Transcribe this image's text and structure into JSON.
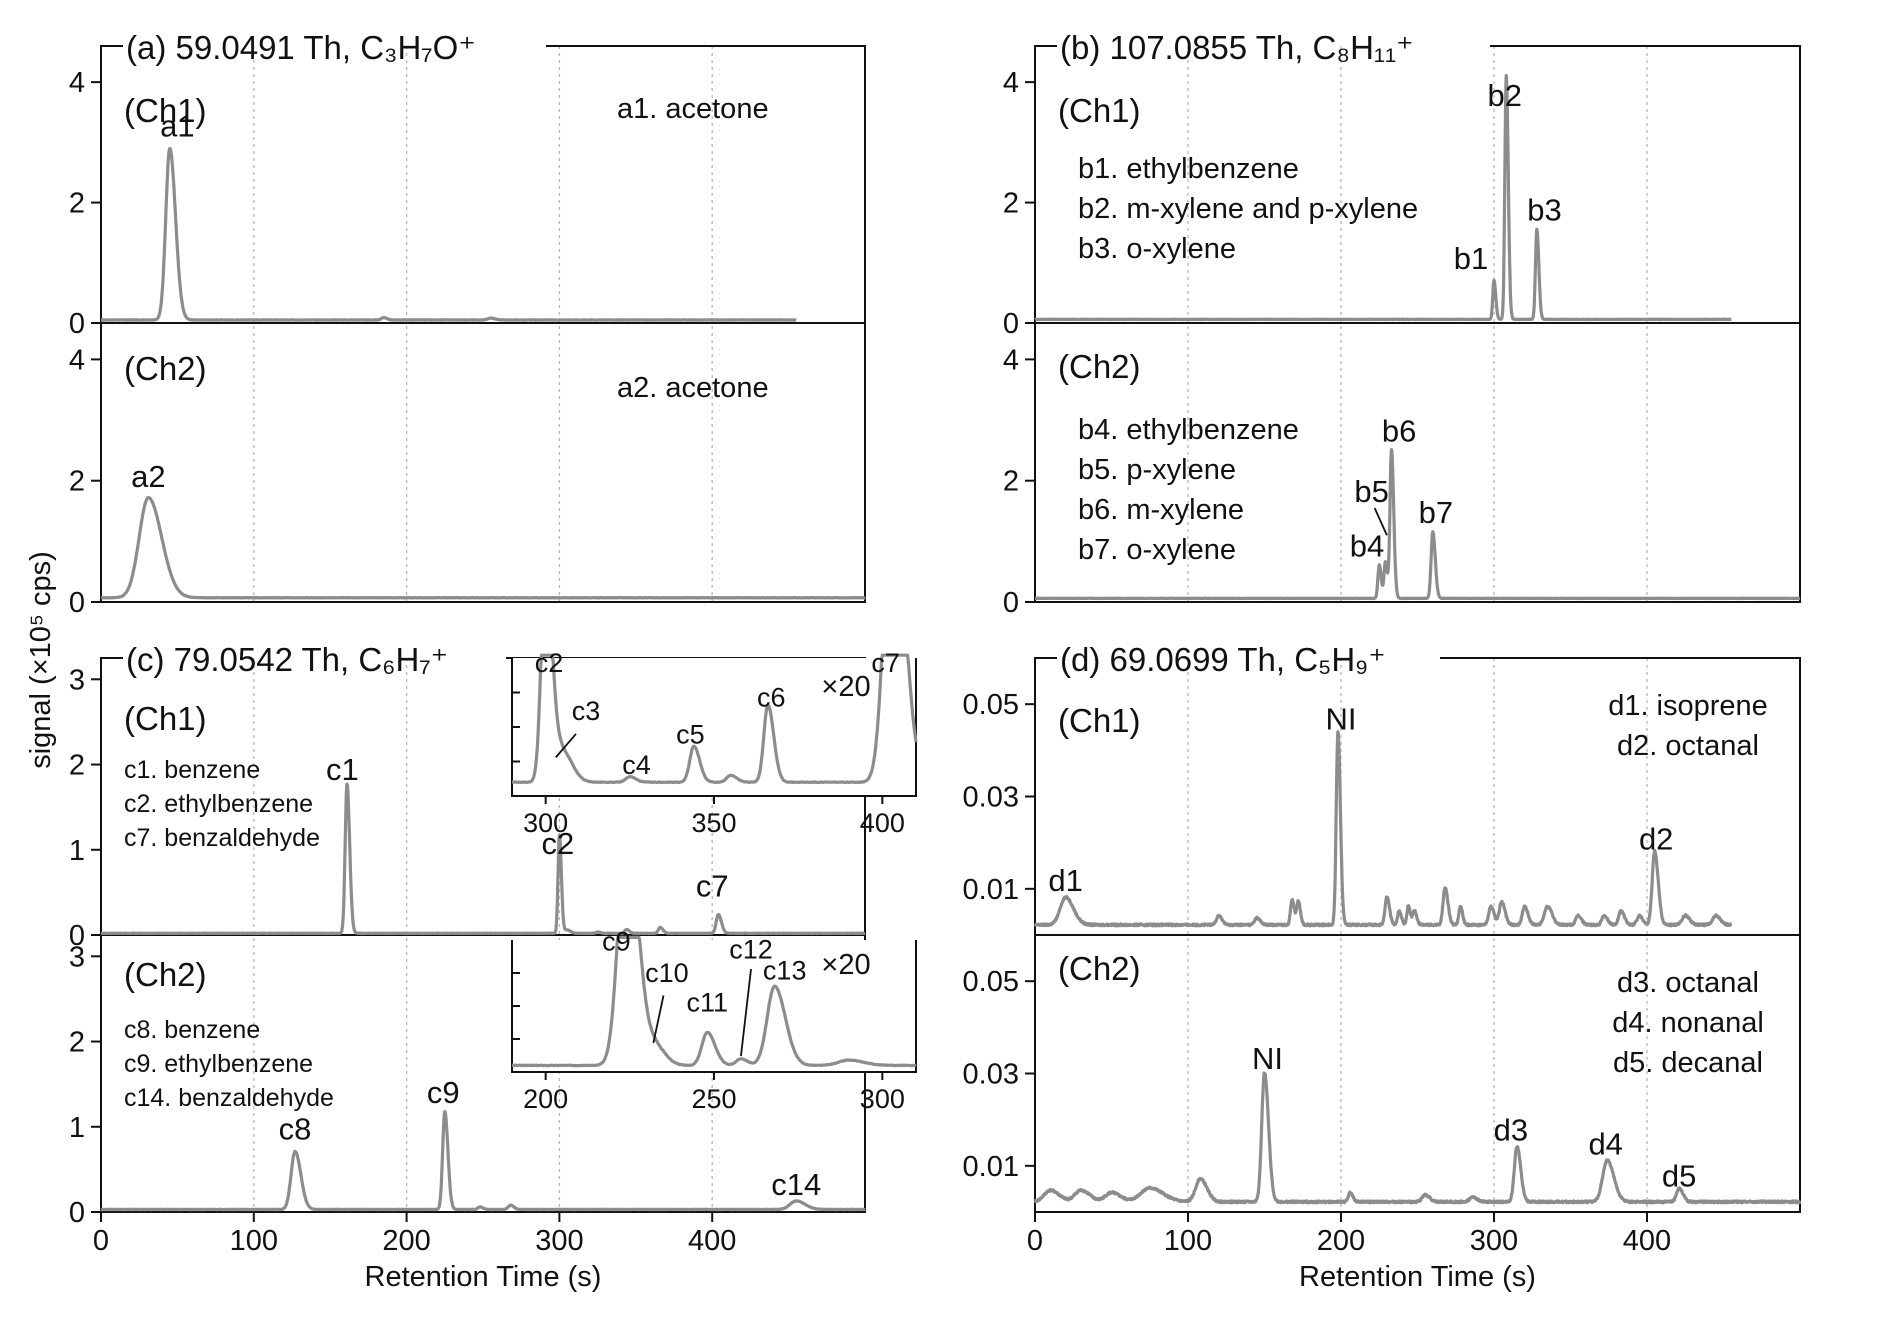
{
  "shared_ylabel": "signal (×10⁵ cps)",
  "colors": {
    "trace": "#8c8c8c",
    "axis": "#111111",
    "grid": "#b8b8b8"
  },
  "chart_data": [
    {
      "id": "a",
      "type": "line",
      "title": "(a) 59.0491 Th, C₃H₇O⁺",
      "xlim": [
        0,
        500
      ],
      "xticks": [],
      "xticklabels": false,
      "xlabel": "",
      "channels": [
        {
          "label": "(Ch1)",
          "ylim": [
            0,
            4.6
          ],
          "yticks": [
            0,
            2,
            4
          ],
          "legend": [
            "a1. acetone"
          ],
          "peaks": [
            [
              45,
              2.85,
              2.6
            ],
            [
              185,
              0.04,
              1.5
            ],
            [
              255,
              0.03,
              2
            ]
          ],
          "baseline": 0.05,
          "end": 455,
          "noise": 0.006,
          "annotations": [
            {
              "text": "a1",
              "x": 50,
              "y": 3.1
            }
          ]
        },
        {
          "label": "(Ch2)",
          "ylim": [
            0,
            4.6
          ],
          "yticks": [
            0,
            2,
            4
          ],
          "legend": [
            "a2. acetone"
          ],
          "peaks": [
            [
              31,
              1.65,
              6
            ]
          ],
          "baseline": 0.07,
          "end": 500,
          "noise": 0.006,
          "annotations": [
            {
              "text": "a2",
              "x": 31,
              "y": 1.9
            }
          ]
        }
      ]
    },
    {
      "id": "b",
      "type": "line",
      "title": "(b) 107.0855 Th, C₈H₁₁⁺",
      "xlim": [
        0,
        500
      ],
      "xticks": [],
      "xticklabels": false,
      "xlabel": "",
      "channels": [
        {
          "label": "(Ch1)",
          "ylim": [
            0,
            4.6
          ],
          "yticks": [
            0,
            2,
            4
          ],
          "legend": [
            "b1. ethylbenzene",
            "b2. m-xylene and p-xylene",
            "b3. o-xylene"
          ],
          "peaks": [
            [
              300,
              0.65,
              0.8
            ],
            [
              308,
              4.05,
              0.9
            ],
            [
              328,
              1.5,
              0.9
            ]
          ],
          "baseline": 0.06,
          "end": 455,
          "noise": 0.006,
          "annotations": [
            {
              "text": "b1",
              "x": 285,
              "y": 0.9
            },
            {
              "text": "b2",
              "x": 307,
              "y": 3.6
            },
            {
              "text": "b3",
              "x": 333,
              "y": 1.7
            }
          ]
        },
        {
          "label": "(Ch2)",
          "ylim": [
            0,
            4.6
          ],
          "yticks": [
            0,
            2,
            4
          ],
          "legend": [
            "b4. ethylbenzene",
            "b5. p-xylene",
            "b6. m-xylene",
            "b7. o-xylene"
          ],
          "peaks": [
            [
              225,
              0.55,
              0.9
            ],
            [
              229,
              0.6,
              0.9
            ],
            [
              233,
              2.45,
              1.0
            ],
            [
              260,
              1.1,
              1.1
            ]
          ],
          "baseline": 0.06,
          "end": 500,
          "noise": 0.006,
          "annotations": [
            {
              "text": "b4",
              "x": 217,
              "y": 0.75
            },
            {
              "text": "b5",
              "x": 220,
              "y": 1.65
            },
            {
              "text": "b6",
              "x": 238,
              "y": 2.65
            },
            {
              "text": "b7",
              "x": 262,
              "y": 1.3
            }
          ]
        }
      ]
    },
    {
      "id": "c",
      "type": "line",
      "title": "(c) 79.0542 Th, C₆H₇⁺",
      "xlim": [
        0,
        500
      ],
      "xticks": [
        0,
        100,
        200,
        300,
        400
      ],
      "xticklabels": true,
      "xlabel": "Retention Time (s)",
      "channels": [
        {
          "label": "(Ch1)",
          "ylim": [
            0,
            3.25
          ],
          "yticks": [
            0,
            1,
            2,
            3
          ],
          "legend": [
            "c1. benzene",
            "c2. ethylbenzene",
            "c7. benzaldehyde"
          ],
          "peaks": [
            [
              161,
              1.75,
              1.2
            ],
            [
              300,
              1.15,
              0.9
            ],
            [
              305,
              0.04,
              1.5
            ],
            [
              325,
              0.015,
              1.2
            ],
            [
              344,
              0.045,
              1.2
            ],
            [
              366,
              0.07,
              1.2
            ],
            [
              404,
              0.22,
              1.4
            ]
          ],
          "baseline": 0.02,
          "end": 500,
          "noise": 0.004,
          "annotations": [
            {
              "text": "c1",
              "x": 158,
              "y": 1.82
            },
            {
              "text": "c2",
              "x": 299,
              "y": 0.95
            },
            {
              "text": "c7",
              "x": 400,
              "y": 0.45
            }
          ],
          "inset": {
            "xlim": [
              290,
              410
            ],
            "ylim": [
              0,
              1.0
            ],
            "xticks": [
              300,
              350,
              400
            ],
            "multiplier": "×20",
            "peaks": [
              [
                300,
                1.6,
                1.3
              ],
              [
                305,
                0.22,
                2.0
              ],
              [
                325,
                0.04,
                1.2
              ],
              [
                344,
                0.26,
                1.2
              ],
              [
                355,
                0.05,
                1.2
              ],
              [
                366,
                0.56,
                1.2
              ],
              [
                403,
                2.2,
                2.4
              ]
            ],
            "baseline": 0.1,
            "noise": 0.004,
            "annotations": [
              {
                "text": "c2",
                "x": 301,
                "y": 0.9
              },
              {
                "text": "c3",
                "x": 312,
                "y": 0.55
              },
              {
                "text": "c4",
                "x": 327,
                "y": 0.16
              },
              {
                "text": "c5",
                "x": 343,
                "y": 0.38
              },
              {
                "text": "c6",
                "x": 367,
                "y": 0.65
              },
              {
                "text": "c7",
                "x": 401,
                "y": 0.9
              }
            ]
          }
        },
        {
          "label": "(Ch2)",
          "ylim": [
            0,
            3.25
          ],
          "yticks": [
            0,
            1,
            2,
            3
          ],
          "legend": [
            "c8. benzene",
            "c9. ethylbenzene",
            "c14. benzaldehyde"
          ],
          "peaks": [
            [
              127,
              0.68,
              2.6
            ],
            [
              225,
              1.15,
              1.4
            ],
            [
              248,
              0.03,
              1.3
            ],
            [
              268,
              0.05,
              1.5
            ],
            [
              455,
              0.1,
              4
            ]
          ],
          "baseline": 0.03,
          "end": 500,
          "noise": 0.004,
          "annotations": [
            {
              "text": "c8",
              "x": 127,
              "y": 0.85
            },
            {
              "text": "c9",
              "x": 224,
              "y": 1.28
            },
            {
              "text": "c14",
              "x": 455,
              "y": 0.2
            }
          ],
          "inset": {
            "xlim": [
              190,
              310
            ],
            "ylim": [
              0,
              1.0
            ],
            "xticks": [
              200,
              250,
              300
            ],
            "multiplier": "×20",
            "peaks": [
              [
                224,
                1.8,
                2.4
              ],
              [
                233,
                0.12,
                2.0
              ],
              [
                248,
                0.25,
                1.6
              ],
              [
                258,
                0.05,
                1.4
              ],
              [
                268,
                0.6,
                2.2
              ],
              [
                290,
                0.04,
                3
              ]
            ],
            "baseline": 0.05,
            "noise": 0.004,
            "annotations": [
              {
                "text": "c9",
                "x": 221,
                "y": 0.92
              },
              {
                "text": "c10",
                "x": 236,
                "y": 0.68
              },
              {
                "text": "c11",
                "x": 248,
                "y": 0.46
              },
              {
                "text": "c12",
                "x": 261,
                "y": 0.86
              },
              {
                "text": "c13",
                "x": 271,
                "y": 0.7
              }
            ]
          }
        }
      ]
    },
    {
      "id": "d",
      "type": "line",
      "title": "(d) 69.0699 Th, C₅H₉⁺",
      "xlim": [
        0,
        500
      ],
      "xticks": [
        0,
        100,
        200,
        300,
        400
      ],
      "xticklabels": true,
      "xlabel": "Retention Time (s)",
      "channels": [
        {
          "label": "(Ch1)",
          "ylim": [
            0,
            0.06
          ],
          "yticks": [
            0.01,
            0.03,
            0.05
          ],
          "legend": [
            "d1. isoprene",
            "d2. octanal"
          ],
          "peaks": [
            [
              20,
              0.006,
              3.5
            ],
            [
              120,
              0.002,
              1.5
            ],
            [
              145,
              0.0015,
              1.5
            ],
            [
              168,
              0.0055,
              1
            ],
            [
              172,
              0.005,
              1
            ],
            [
              198,
              0.042,
              1.1
            ],
            [
              230,
              0.006,
              1.2
            ],
            [
              238,
              0.003,
              1
            ],
            [
              244,
              0.004,
              1
            ],
            [
              248,
              0.003,
              1
            ],
            [
              268,
              0.008,
              1.3
            ],
            [
              278,
              0.004,
              1
            ],
            [
              298,
              0.004,
              1.5
            ],
            [
              305,
              0.005,
              1.5
            ],
            [
              320,
              0.004,
              1.5
            ],
            [
              335,
              0.004,
              2
            ],
            [
              355,
              0.002,
              1.5
            ],
            [
              372,
              0.002,
              1.5
            ],
            [
              383,
              0.003,
              1.5
            ],
            [
              395,
              0.002,
              1.5
            ],
            [
              405,
              0.016,
              1.6
            ],
            [
              425,
              0.002,
              2
            ],
            [
              445,
              0.002,
              2
            ]
          ],
          "baseline": 0.0022,
          "end": 455,
          "noise": 0.0004,
          "annotations": [
            {
              "text": "NI",
              "x": 200,
              "y": 0.0445
            },
            {
              "text": "d1",
              "x": 20,
              "y": 0.0095
            },
            {
              "text": "d2",
              "x": 406,
              "y": 0.0185
            }
          ]
        },
        {
          "label": "(Ch2)",
          "ylim": [
            0,
            0.06
          ],
          "yticks": [
            0.01,
            0.03,
            0.05
          ],
          "legend": [
            "d3. octanal",
            "d4. nonanal",
            "d5. decanal"
          ],
          "peaks": [
            [
              10,
              0.0025,
              4
            ],
            [
              30,
              0.0025,
              4
            ],
            [
              50,
              0.002,
              4
            ],
            [
              75,
              0.003,
              6
            ],
            [
              108,
              0.005,
              3
            ],
            [
              150,
              0.028,
              1.8
            ],
            [
              206,
              0.002,
              1.2
            ],
            [
              255,
              0.0015,
              2
            ],
            [
              286,
              0.001,
              2
            ],
            [
              315,
              0.012,
              1.7
            ],
            [
              374,
              0.009,
              3
            ],
            [
              421,
              0.003,
              1.7
            ]
          ],
          "baseline": 0.0022,
          "end": 500,
          "noise": 0.0004,
          "annotations": [
            {
              "text": "NI",
              "x": 152,
              "y": 0.031
            },
            {
              "text": "d3",
              "x": 311,
              "y": 0.0155
            },
            {
              "text": "d4",
              "x": 373,
              "y": 0.0125
            },
            {
              "text": "d5",
              "x": 421,
              "y": 0.0055
            }
          ]
        }
      ]
    }
  ]
}
